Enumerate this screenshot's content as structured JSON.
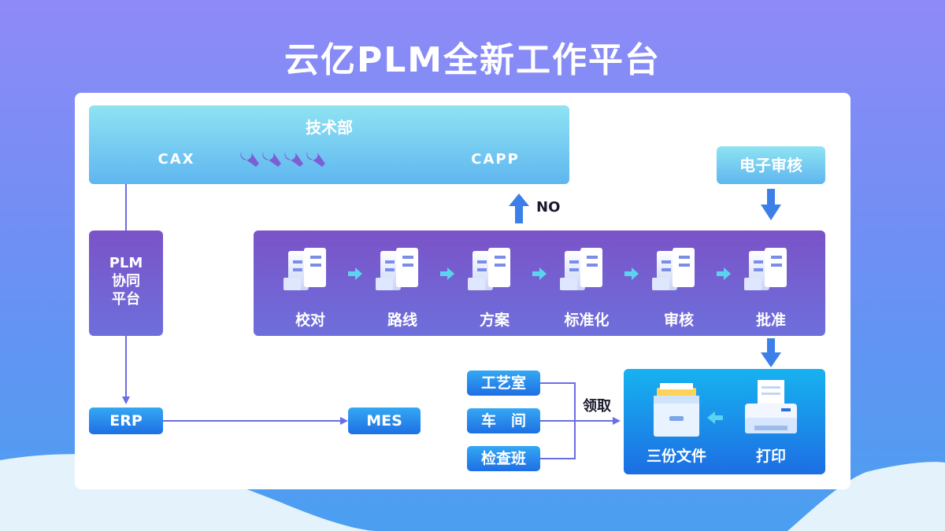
{
  "title": "云亿PLM全新工作平台",
  "tech_dept": {
    "title": "技术部",
    "left_label": "CAX",
    "right_label": "CAPP"
  },
  "e_review": "电子审核",
  "no_label": "NO",
  "plm_platform": {
    "line1": "PLM",
    "line2": "协同",
    "line3": "平台"
  },
  "process_steps": [
    "校对",
    "路线",
    "方案",
    "标准化",
    "审核",
    "批准"
  ],
  "erp": "ERP",
  "mes": "MES",
  "departments": [
    "工艺室",
    "车　间",
    "检查班"
  ],
  "receive_label": "领取",
  "output": {
    "files_label": "三份文件",
    "print_label": "打印"
  },
  "colors": {
    "arrow": "#6a6ee0",
    "step_arrow": "#5cd3ee",
    "blue_arrow": "#3d7fe8",
    "process_bg": "#7a53c7",
    "light_box": "#7fd6f2",
    "button_blue": "#1e6fe4"
  },
  "icons": {
    "tools": "wrench-icon",
    "server": "server-icon",
    "folder": "file-drawer-icon",
    "printer": "printer-icon"
  }
}
